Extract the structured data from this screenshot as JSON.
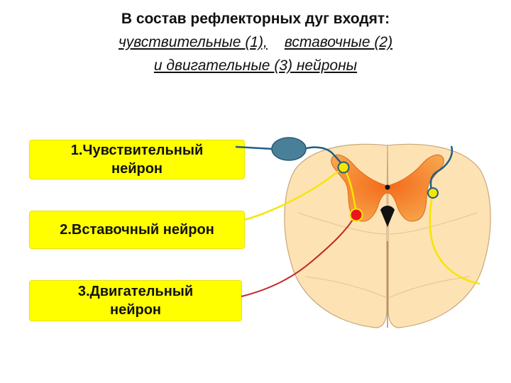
{
  "title": {
    "line1": "В состав  рефлекторных дуг входят:",
    "line2a": "чувствительные (1),",
    "line2b": "вставочные (2)",
    "line3": "и двигательные (3)  нейроны"
  },
  "labels": {
    "sensory_line1": "1.Чувствительный",
    "sensory_line2": "нейрон",
    "interneuron": "2.Вставочный нейрон",
    "motor_line1": "3.Двигательный",
    "motor_line2": "нейрон"
  },
  "colors": {
    "label_bg": "#ffff00",
    "white_matter": "#fde2b4",
    "gray_matter": "#f08a2a",
    "sensory_ganglion": "#4a7f99",
    "sensory_fiber": "#1f5f86",
    "interneuron_fiber": "#f5e600",
    "motor_fiber": "#c0282a"
  }
}
